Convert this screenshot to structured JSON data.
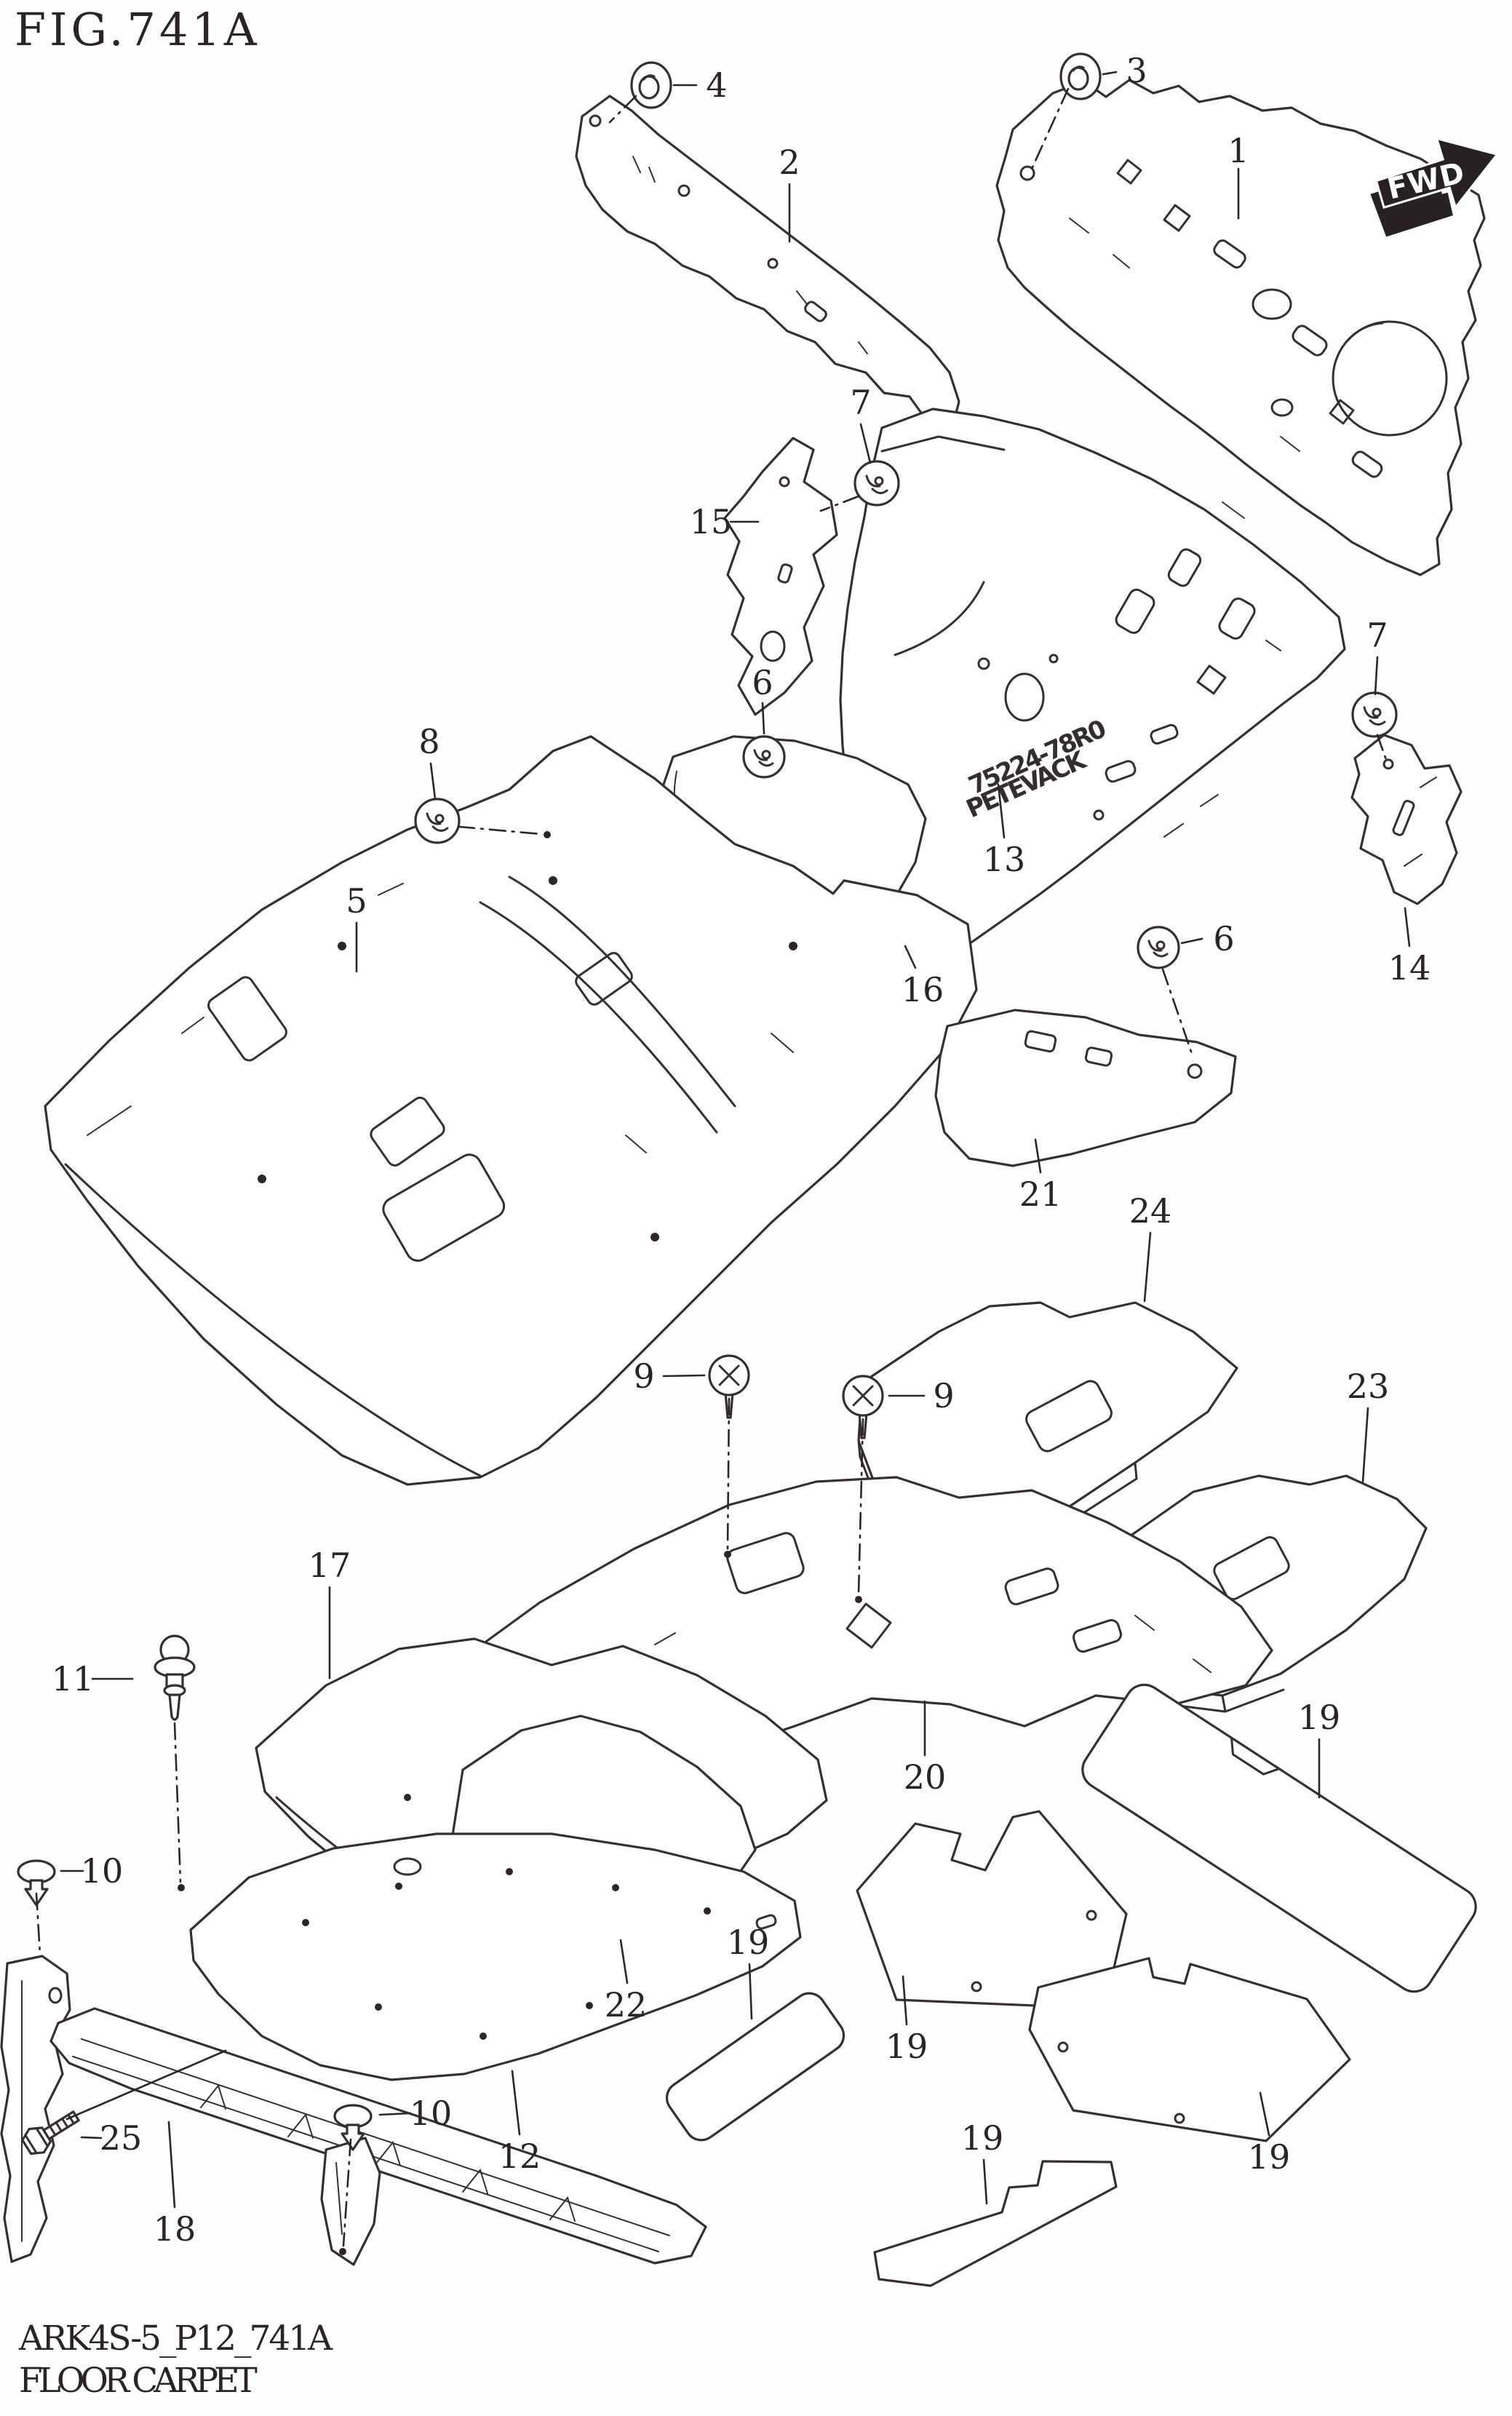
{
  "figure": {
    "title": "FIG.741A",
    "fwd": "FWD"
  },
  "footer": {
    "code": "ARK4S-5_P12_741A",
    "caption": "FLOOR CARPET"
  },
  "stamp": {
    "line1": "75224-78R0",
    "line2": "PETEVACK"
  },
  "callouts": [
    {
      "n": "1"
    },
    {
      "n": "2"
    },
    {
      "n": "3"
    },
    {
      "n": "4"
    },
    {
      "n": "5"
    },
    {
      "n": "6"
    },
    {
      "n": "6"
    },
    {
      "n": "7"
    },
    {
      "n": "7"
    },
    {
      "n": "8"
    },
    {
      "n": "9"
    },
    {
      "n": "9"
    },
    {
      "n": "10"
    },
    {
      "n": "10"
    },
    {
      "n": "11"
    },
    {
      "n": "12"
    },
    {
      "n": "13"
    },
    {
      "n": "14"
    },
    {
      "n": "15"
    },
    {
      "n": "16"
    },
    {
      "n": "17"
    },
    {
      "n": "18"
    },
    {
      "n": "19"
    },
    {
      "n": "19"
    },
    {
      "n": "19"
    },
    {
      "n": "19"
    },
    {
      "n": "19"
    },
    {
      "n": "20"
    },
    {
      "n": "21"
    },
    {
      "n": "22"
    },
    {
      "n": "23"
    },
    {
      "n": "24"
    },
    {
      "n": "25"
    }
  ]
}
